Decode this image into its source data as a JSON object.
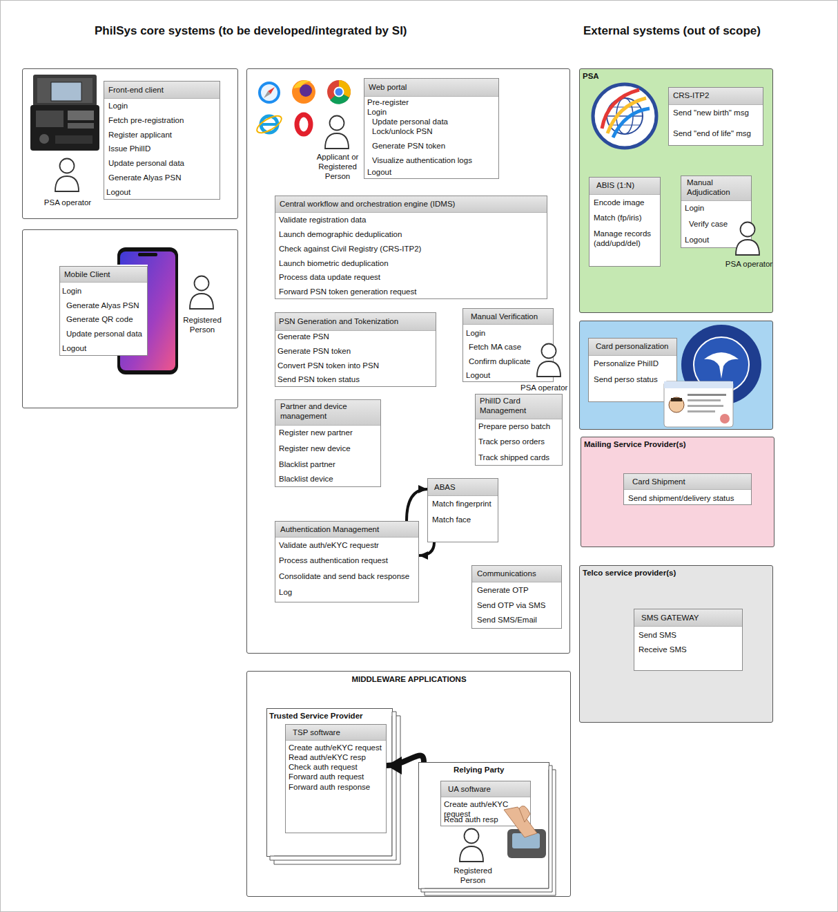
{
  "diagram": {
    "nodes": [
      {
        "text": [
          "PSA operator"
        ]
      },
      {
        "text": [
          "Front-end client",
          "Login",
          "Fetch pre-registration",
          "Register applicant",
          "Issue PhilID",
          "Update personal data",
          "Generate Alyas PSN",
          "Logout"
        ],
        "in": 0
      },
      {
        "text": [
          "Registered Person"
        ]
      },
      {
        "text": [
          "Mobile Client",
          "Login",
          "Generate Alyas PSN",
          "Generate QR code",
          "Update personal data",
          "Logout"
        ],
        "in": 2
      },
      {
        "text": [
          "Applicant or Registered Person"
        ]
      },
      {
        "text": [
          "Web portal",
          "Pre-register",
          "Login",
          "Update personal data",
          "Lock/unlock PSN",
          "Generate PSN token",
          "Visualize authentication logs",
          "Logout"
        ],
        "in": 4
      },
      {
        "text": [
          "Central workflow and orchestration engine (IDMS)",
          "Validate registration data",
          "Launch demographic deduplication",
          "Check against Civil Registry (CRS-ITP2)",
          "Launch biometric deduplication",
          "Process data update request",
          "Forward PSN token generation request"
        ],
        "in": 4
      },
      {
        "text": [
          "PSN Generation and Tokenization",
          "Generate PSN",
          "Generate PSN token",
          "Convert PSN token into PSN",
          "Send PSN token status"
        ],
        "in": 4
      },
      {
        "text": [
          "Manual Verification",
          "Login",
          "Fetch MA case",
          "Confirm duplicate",
          "Logout",
          "PSA operator"
        ],
        "in": 4
      },
      {
        "text": [
          "Partner and device management",
          "Register new partner",
          "Register new device",
          "Blacklist partner",
          "Blacklist device"
        ],
        "in": 4
      },
      {
        "text": [
          "PhilID Card Management",
          "Prepare perso batch",
          "Track perso orders",
          "Track shipped cards"
        ],
        "in": 4
      },
      {
        "text": [
          "ABAS",
          "Match fingerprint",
          "Match face"
        ],
        "in": 4
      },
      {
        "text": [
          "Authentication Management",
          "Validate auth/eKYC requestr",
          "Process authentication request",
          "Consolidate and send back response",
          "Log"
        ],
        "in": 4
      },
      {
        "text": [
          "Communications",
          "Generate OTP",
          "Send OTP via SMS",
          "Send SMS/Email"
        ],
        "in": 4
      },
      {
        "text": [
          "MIDDLEWARE APPLICATIONS"
        ]
      },
      {
        "text": [
          "Trusted Service Provider"
        ],
        "in": 14
      },
      {
        "text": [
          "TSP software",
          "Create auth/eKYC request",
          "Read auth/eKYC resp",
          "Check auth request",
          "Forward auth request",
          "Forward auth response"
        ],
        "in": 15
      },
      {
        "text": [
          "Relying Party",
          "Registered Person"
        ],
        "in": 14
      },
      {
        "text": [
          "UA software",
          "Create auth/eKYC request",
          "Read auth resp"
        ],
        "in": 17
      },
      {
        "text": [
          "PSA"
        ]
      },
      {
        "text": [
          "CRS-ITP2",
          "Send \"new birth\" msg",
          "Send \"end of life\" msg"
        ],
        "in": 19
      },
      {
        "text": [
          "ABIS (1:N)",
          "Encode image",
          "Match (fp/iris)",
          "Manage records (add/upd/del)"
        ],
        "in": 19
      },
      {
        "text": [
          "Manual Adjudication",
          "Login",
          "Verify case",
          "Logout",
          "PSA operator"
        ],
        "in": 19
      },
      {
        "text": [
          "Card personalization",
          "Personalize PhilID",
          "Send perso status"
        ]
      },
      {
        "text": [
          "Mailing Service Provider(s)"
        ]
      },
      {
        "text": [
          "Card Shipment",
          "Send shipment/delivery status"
        ],
        "in": 24
      },
      {
        "text": [
          "Telco service provider(s)"
        ]
      },
      {
        "text": [
          "SMS GATEWAY",
          "Send SMS",
          "Receive SMS"
        ],
        "in": 26
      }
    ],
    "edges": [
      {
        "from": 12,
        "to": 11,
        "arrow": "to"
      },
      {
        "from": 11,
        "to": 12,
        "arrow": "to"
      },
      {
        "from": 17,
        "to": 16,
        "arrow": "to"
      }
    ],
    "labels": [
      "PhilSys core systems (to be developed/integrated by SI)",
      "External systems (out of scope)"
    ]
  }
}
